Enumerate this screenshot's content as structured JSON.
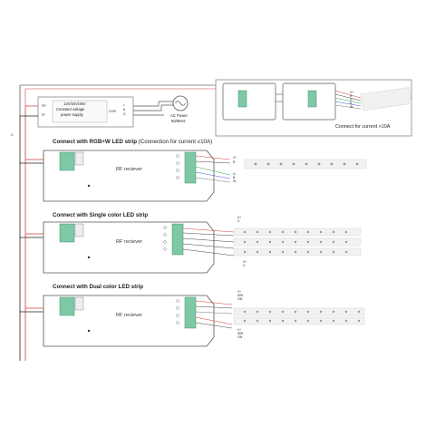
{
  "power_supply": {
    "name_lines": [
      "12V/24V/36V",
      "Constant voltage",
      "power supply"
    ],
    "out_plus": "V+",
    "out_minus": "V-",
    "in_terms": [
      "L",
      "N",
      "G"
    ],
    "in_label": "LYHP"
  },
  "ac_power": {
    "line1": "AC Power",
    "line2": "50/60Hz"
  },
  "bus_label": "V-",
  "sections": [
    {
      "title_main": "Connect with RGB+W LED strip",
      "title_sub": " (Connection for current ≤10A)",
      "receiver_label": "RF reciever",
      "wire_tags": [
        "V+",
        "R-",
        "G-",
        "B-",
        "W-"
      ],
      "channel_count": 4
    },
    {
      "title_main": "Connect with Single color LED strip",
      "title_sub": "",
      "receiver_label": "RF reciever",
      "wire_tags": [
        "V+",
        "V-",
        "V+",
        "V-"
      ],
      "channel_count": 4
    },
    {
      "title_main": "Connect with Dual color LED strip",
      "title_sub": "",
      "receiver_label": "RF reciever",
      "wire_tags": [
        "V+",
        "WW",
        "CW",
        "V+",
        "WW",
        "CW"
      ],
      "channel_count": 4
    }
  ],
  "high_current": {
    "label": "Connect for current >10A",
    "wire_tags": [
      "V+",
      "R-",
      "G-",
      "B-",
      "W-"
    ]
  }
}
